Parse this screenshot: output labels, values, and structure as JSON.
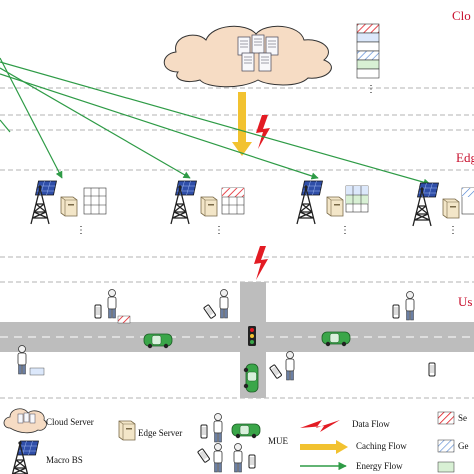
{
  "layers": {
    "cloud": "Clo",
    "edge": "Edg",
    "user": "Us"
  },
  "legend": {
    "cloud_server": "Cloud Server",
    "macro_bs": "Macro BS",
    "edge_server": "Edge Server",
    "mue": "MUE",
    "data_flow": "Data Flow",
    "caching_flow": "Caching Flow",
    "energy_flow": "Energy Flow",
    "cache_col_1": "Se",
    "cache_col_2": "Ge"
  },
  "colors": {
    "label_red": "#c8102e",
    "energy_green": "#2e9b46",
    "data_red": "#e31b23",
    "caching_yellow": "#f2c230",
    "road_gray": "#bdbdbd",
    "dash_gray": "#9a9a9a",
    "cloud_fill": "#f6dcc4",
    "car_green": "#3aa649"
  },
  "icons": {
    "cloud": "cloud-icon",
    "server": "server-icon",
    "tower": "tower-icon",
    "solar": "solar-panel-icon",
    "phone": "phone-icon",
    "car": "car-icon",
    "person": "person-icon",
    "traffic_light": "traffic-light-icon",
    "lightning": "lightning-icon"
  }
}
